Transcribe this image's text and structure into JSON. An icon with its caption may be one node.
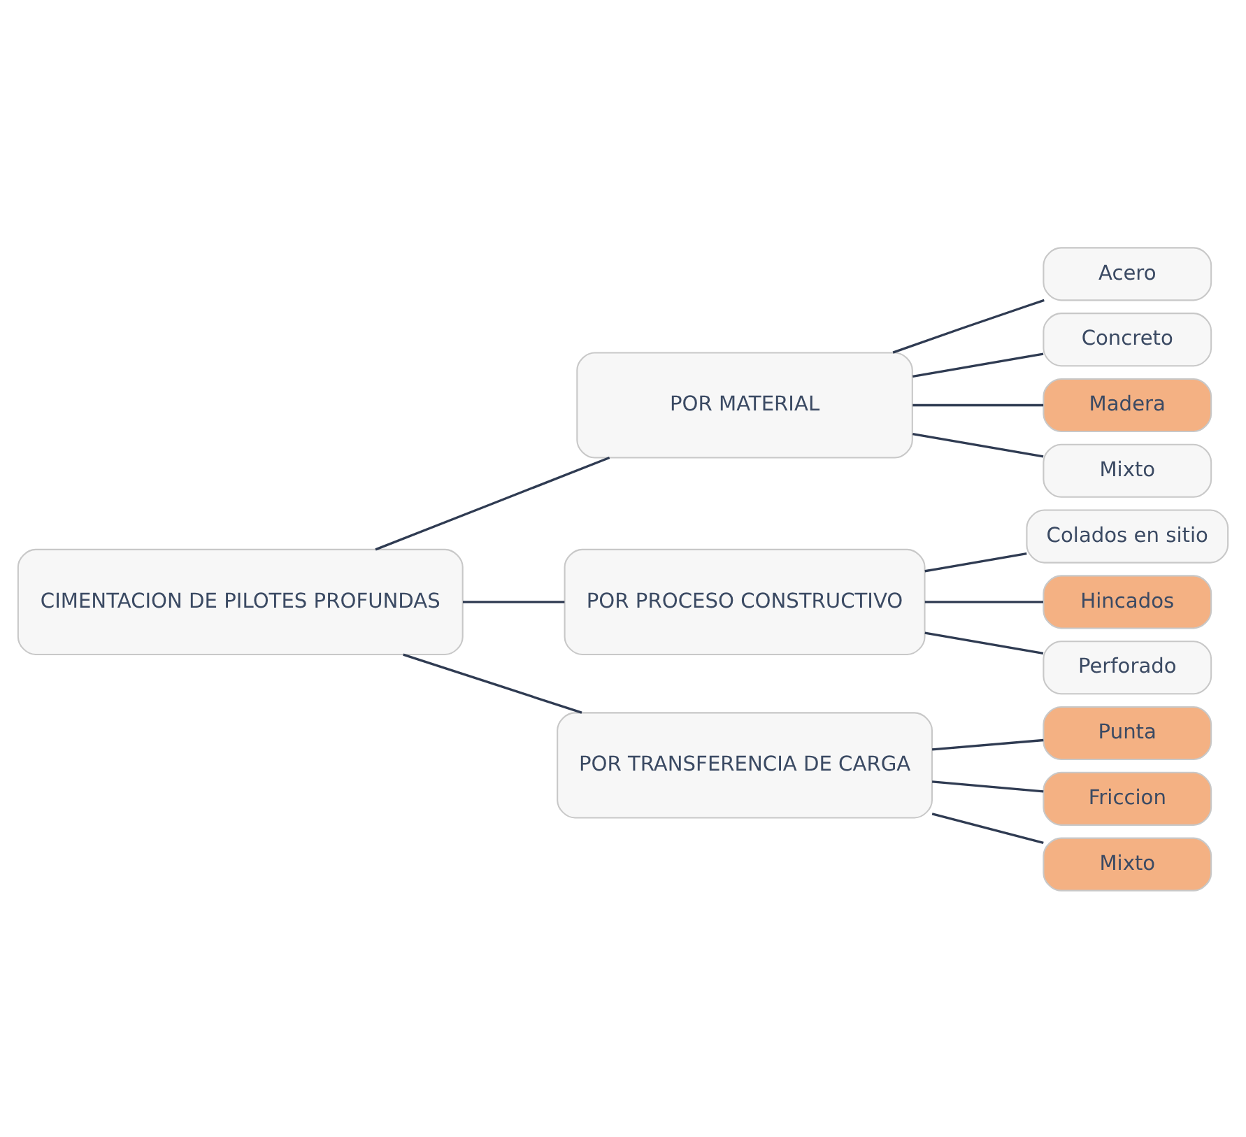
{
  "diagram": {
    "nodes": [
      {
        "text": [
          "CIMENTACION DE PILOTES PROFUNDAS"
        ]
      },
      {
        "text": [
          "POR MATERIAL"
        ]
      },
      {
        "text": [
          "Acero"
        ]
      },
      {
        "text": [
          "Concreto"
        ]
      },
      {
        "text": [
          "Madera"
        ]
      },
      {
        "text": [
          "Mixto"
        ]
      },
      {
        "text": [
          "POR PROCESO CONSTRUCTIVO"
        ]
      },
      {
        "text": [
          "Colados en sitio"
        ]
      },
      {
        "text": [
          "Hincados"
        ]
      },
      {
        "text": [
          "Perforado"
        ]
      },
      {
        "text": [
          "POR TRANSFERENCIA DE CARGA"
        ]
      },
      {
        "text": [
          "Punta"
        ]
      },
      {
        "text": [
          "Friccion"
        ]
      },
      {
        "text": [
          "Mixto"
        ]
      }
    ],
    "edges": [
      {
        "from": 0,
        "to": 1,
        "arrow": "none"
      },
      {
        "from": 0,
        "to": 6,
        "arrow": "none"
      },
      {
        "from": 0,
        "to": 10,
        "arrow": "none"
      },
      {
        "from": 1,
        "to": 2,
        "arrow": "none"
      },
      {
        "from": 1,
        "to": 3,
        "arrow": "none"
      },
      {
        "from": 1,
        "to": 4,
        "arrow": "none"
      },
      {
        "from": 1,
        "to": 5,
        "arrow": "none"
      },
      {
        "from": 6,
        "to": 7,
        "arrow": "none"
      },
      {
        "from": 6,
        "to": 8,
        "arrow": "none"
      },
      {
        "from": 6,
        "to": 9,
        "arrow": "none"
      },
      {
        "from": 10,
        "to": 11,
        "arrow": "none"
      },
      {
        "from": 10,
        "to": 12,
        "arrow": "none"
      },
      {
        "from": 10,
        "to": 13,
        "arrow": "none"
      }
    ]
  }
}
